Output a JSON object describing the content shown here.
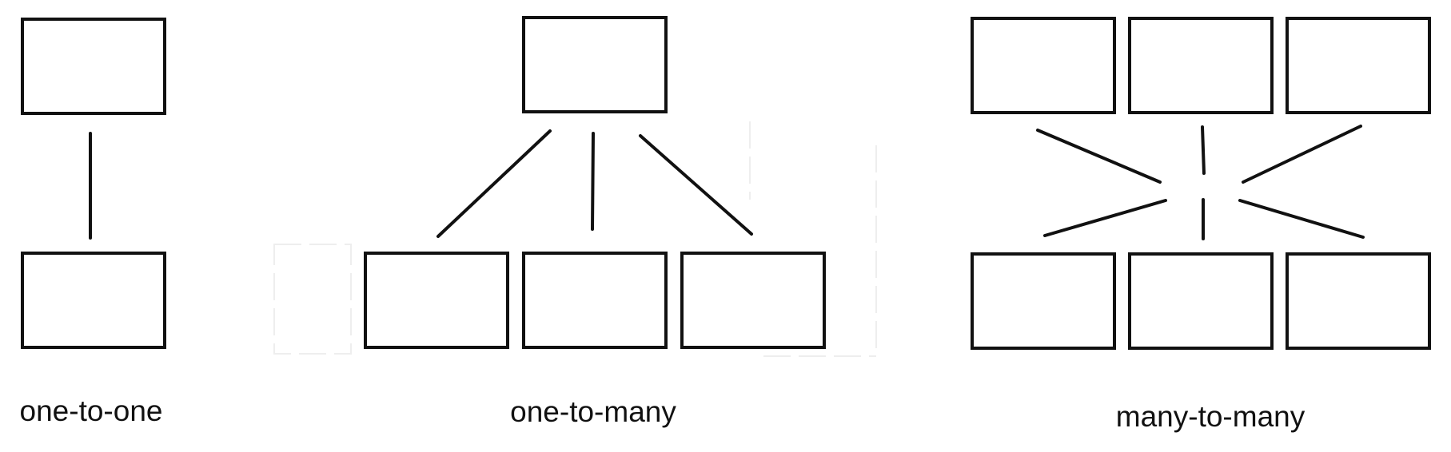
{
  "colors": {
    "stroke": "#111111",
    "background": "#ffffff",
    "faint_guides": "#eeeeee"
  },
  "diagrams": [
    {
      "id": "one-to-one",
      "label": "one-to-one",
      "top_boxes": 1,
      "bottom_boxes": 1
    },
    {
      "id": "one-to-many",
      "label": "one-to-many",
      "top_boxes": 1,
      "bottom_boxes": 3
    },
    {
      "id": "many-to-many",
      "label": "many-to-many",
      "top_boxes": 3,
      "bottom_boxes": 3
    }
  ]
}
